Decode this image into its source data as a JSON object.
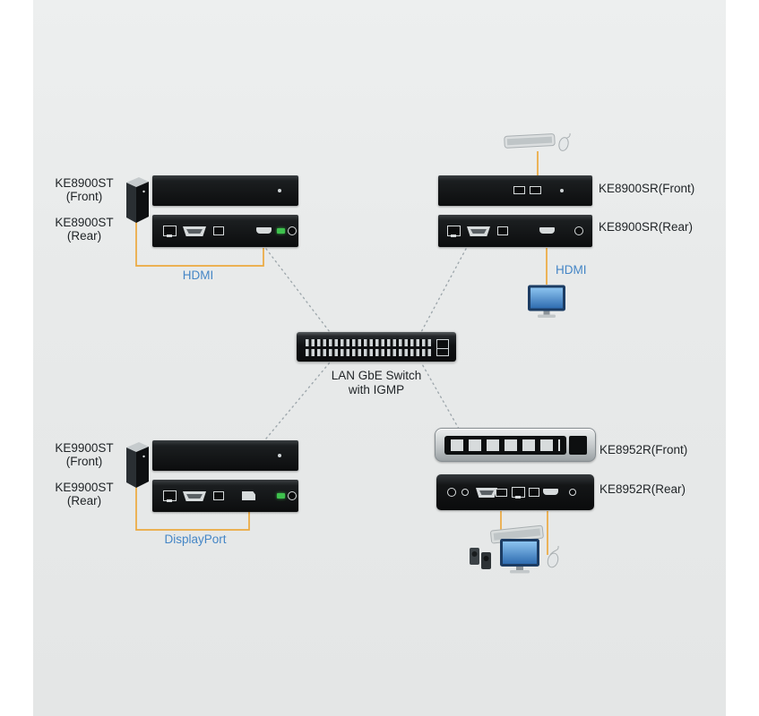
{
  "page": {
    "background_color": "#e8eaea",
    "margin_color": "#ffffff"
  },
  "colors": {
    "cable_line_orange": "#eca93e",
    "cable_label_blue": "#4586c6",
    "device_black": "#0c0d0e",
    "dotted_link_gray": "#9fa8ad",
    "led_green": "#3ec14d",
    "label_text": "#1f2326"
  },
  "switch": {
    "label_line1": "LAN GbE Switch",
    "label_line2": "with IGMP"
  },
  "devices": {
    "ke8900st": {
      "front_name": "KE8900ST",
      "front_view": "(Front)",
      "rear_name": "KE8900ST",
      "rear_view": "(Rear)",
      "cable_label": "HDMI"
    },
    "ke8900sr": {
      "front_label": "KE8900SR(Front)",
      "rear_label": "KE8900SR(Rear)",
      "cable_label": "HDMI"
    },
    "ke9900st": {
      "front_name": "KE9900ST",
      "front_view": "(Front)",
      "rear_name": "KE9900ST",
      "rear_view": "(Rear)",
      "cable_label": "DisplayPort"
    },
    "ke8952r": {
      "front_label": "KE8952R(Front)",
      "rear_label": "KE8952R(Rear)"
    }
  },
  "icons": {
    "tower_pc": "tower-pc-icon / svg shape",
    "keyboard_mouse": "keyboard-mouse-icon / svg shape",
    "monitor": "monitor-icon / svg shape",
    "workstation": "workstation-icon / svg shape",
    "lan_switch": "lan-switch-icon / css shape"
  }
}
